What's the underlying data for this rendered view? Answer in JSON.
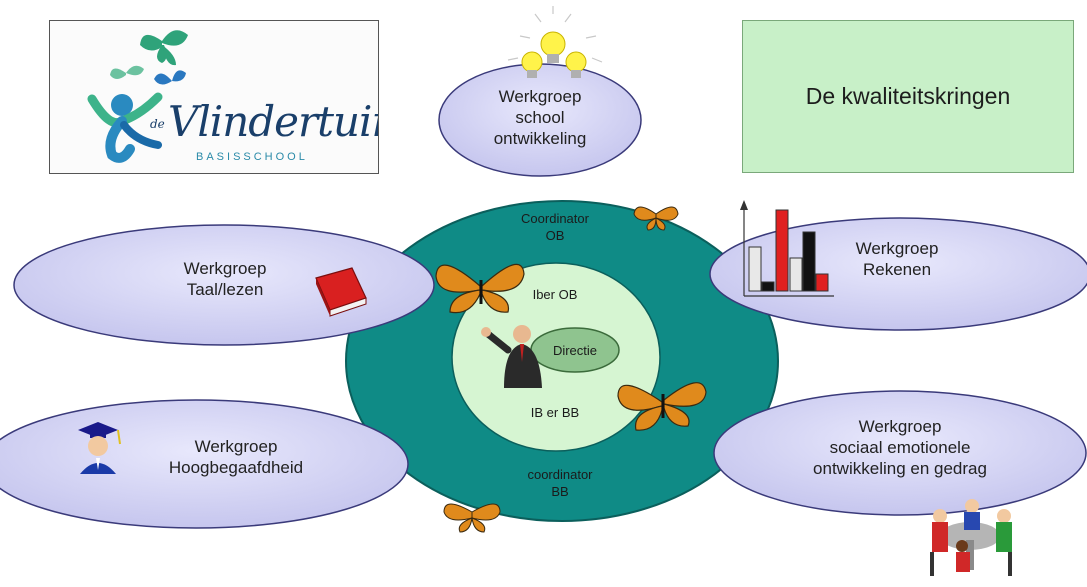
{
  "logo": {
    "word": "Vlindertuin",
    "prefix": "de",
    "subtitle": "BASISSCHOOL",
    "colors": {
      "butterfly": "#2fa37a",
      "figure": "#2a8ac0",
      "text": "#1a3f6a"
    }
  },
  "title": "De kwaliteitskringen",
  "center": {
    "outer_ring": {
      "top_label": [
        "Coordinator",
        "OB"
      ],
      "bottom_label": [
        "coordinator",
        "BB"
      ],
      "color": "#0f8b86"
    },
    "inner_ring": {
      "top_label": "Iber OB",
      "bottom_label": "IB er BB",
      "color": "#d6f5d2"
    },
    "core": {
      "label": "Directie",
      "color": "#8fc48f"
    }
  },
  "workgroups": {
    "school": {
      "line1": "Werkgroep",
      "line2": "school",
      "line3": "ontwikkeling",
      "icon": "lightbulb-icon"
    },
    "taal": {
      "line1": "Werkgroep",
      "line2": "Taal/lezen",
      "icon": "book-icon"
    },
    "rekenen": {
      "line1": "Werkgroep",
      "line2": "Rekenen",
      "icon": "bar-chart-icon"
    },
    "hoogbegaafd": {
      "line1": "Werkgroep",
      "line2": "Hoogbegaafdheid",
      "icon": "graduate-icon"
    },
    "sociaal": {
      "line1": "Werkgroep",
      "line2": "sociaal emotionele",
      "line3": "ontwikkeling en gedrag",
      "icon": "meeting-icon"
    }
  },
  "colors": {
    "ellipse_fill": "#d8d8f6",
    "ellipse_stroke": "#3a3a7a",
    "title_bg": "#c8f0c8"
  }
}
